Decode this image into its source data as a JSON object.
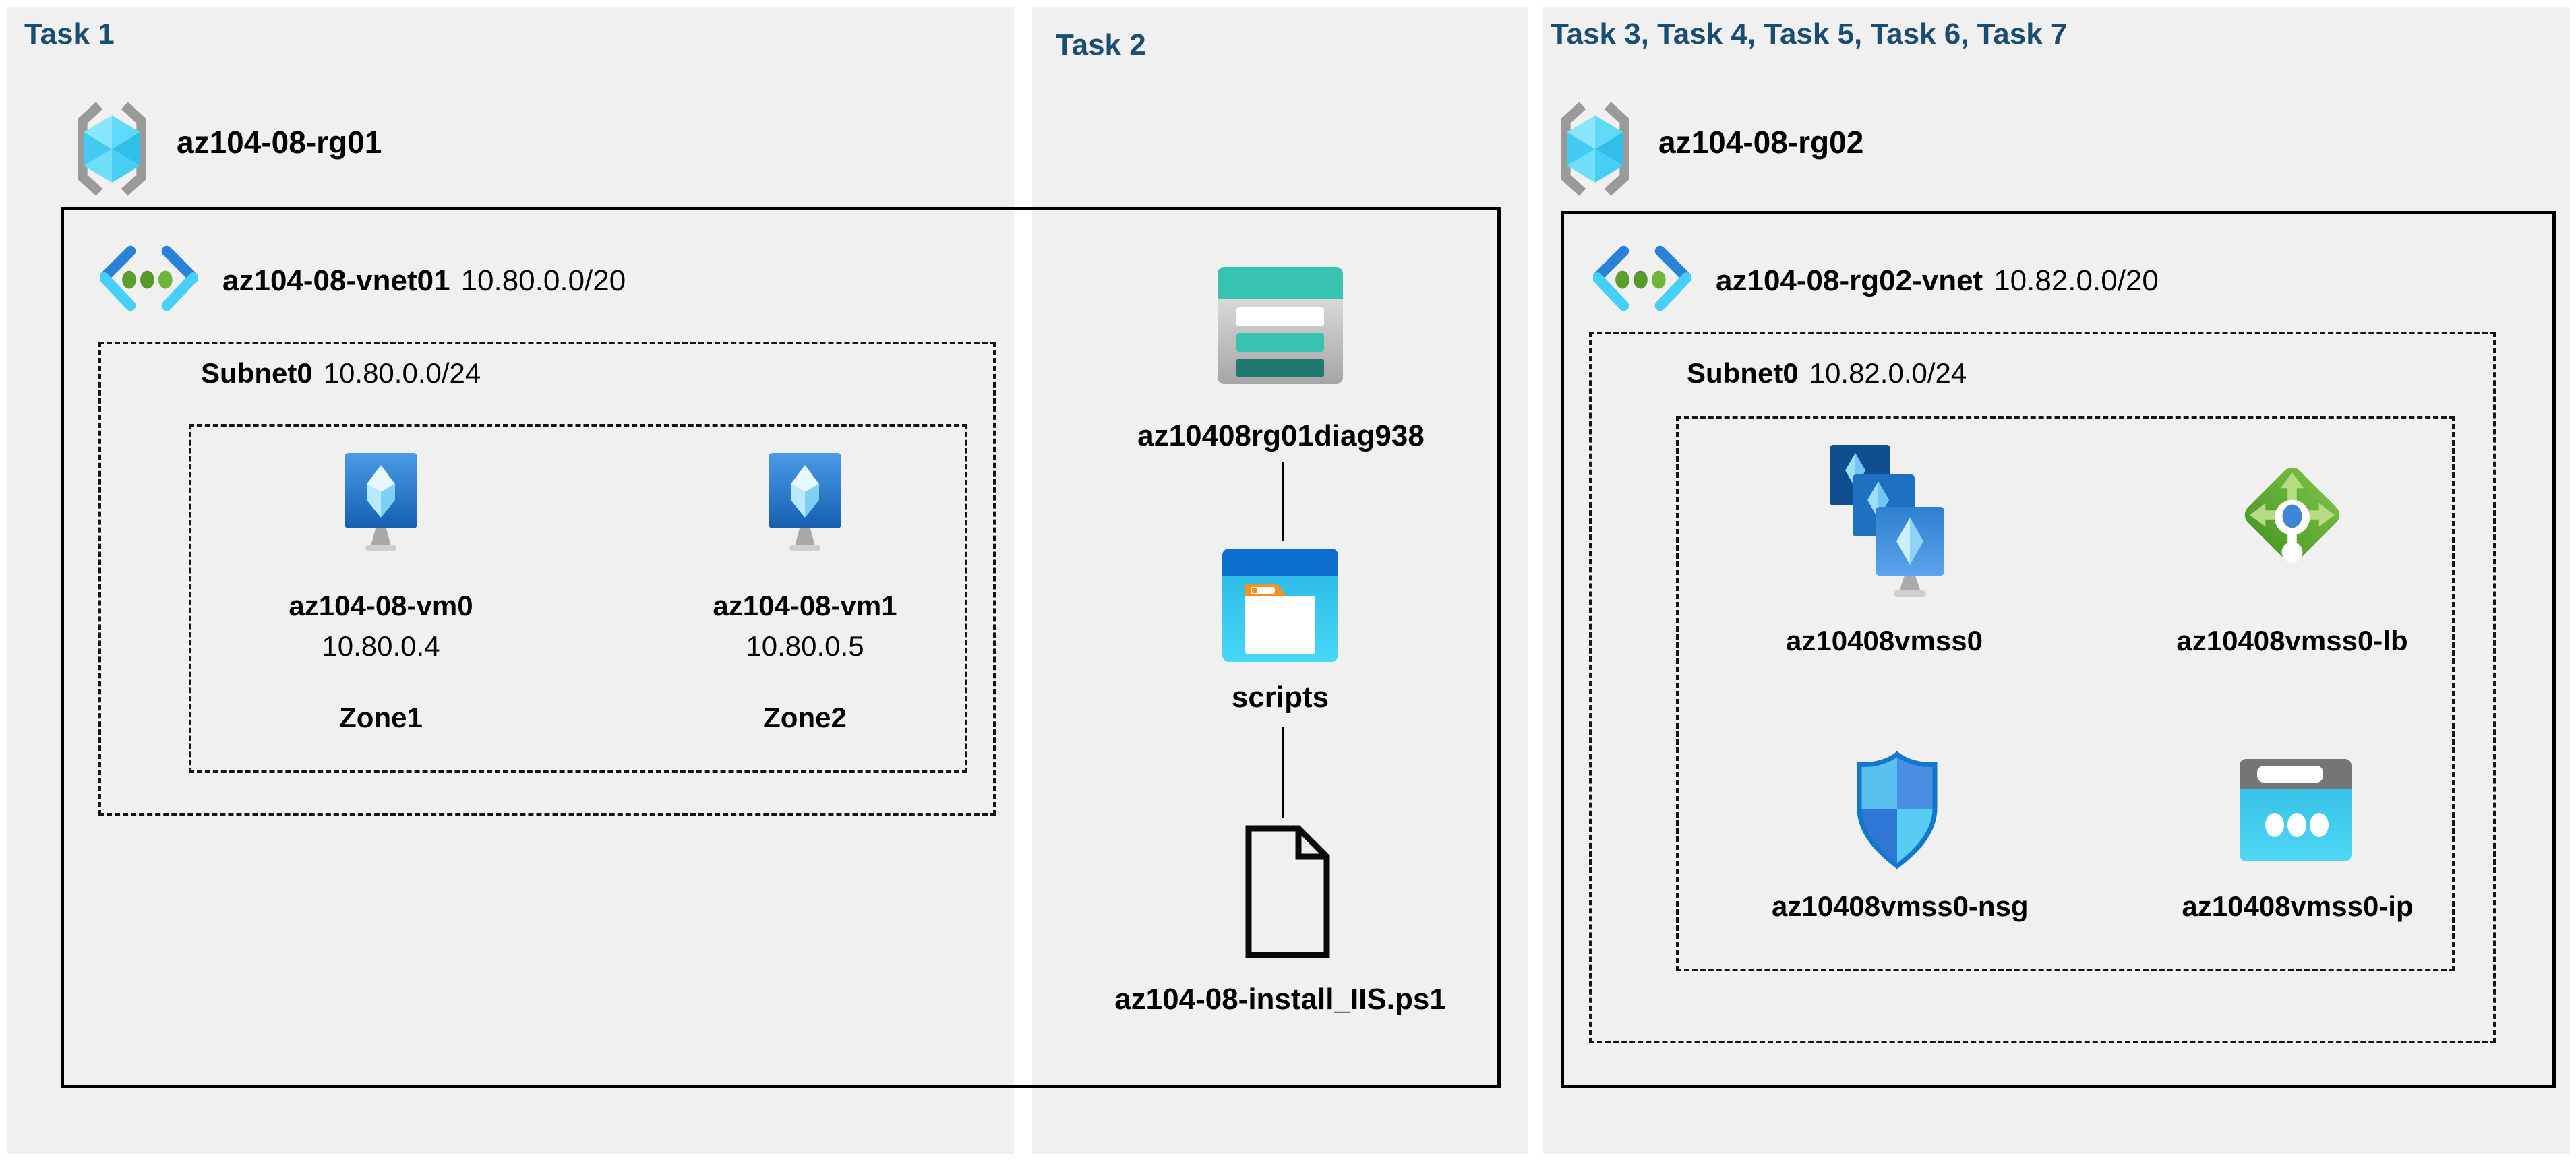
{
  "colors": {
    "header_text": "#1b4d70",
    "panel_background": "#f0f0f1",
    "box_outline": "#000000",
    "dashed_outline": "#141414",
    "vnet_chevron_blue": "#2a82d8",
    "vnet_chevron_cyan": "#45d0f7",
    "vnet_dot_green": "#6fb53a",
    "rg_cube_cyan": "#4fd4f7",
    "vm_screen_blue": "#2f7fd2",
    "storage_teal": "#38c3b1",
    "container_blue": "#0b6fd0",
    "lb_green": "#5fa62f",
    "nsg_blue": "#1377cd",
    "ip_cyan": "#35c6ea"
  },
  "task1": {
    "header": "Task 1",
    "resource_group": "az104-08-rg01",
    "vnet_name": "az104-08-vnet01",
    "vnet_cidr": "10.80.0.0/20",
    "subnet_name": "Subnet0",
    "subnet_cidr": "10.80.0.0/24",
    "vms": [
      {
        "name": "az104-08-vm0",
        "ip": "10.80.0.4",
        "zone": "Zone1"
      },
      {
        "name": "az104-08-vm1",
        "ip": "10.80.0.5",
        "zone": "Zone2"
      }
    ]
  },
  "task2": {
    "header": "Task 2",
    "storage_account": "az10408rg01diag938",
    "container": "scripts",
    "script_file": "az104-08-install_IIS.ps1"
  },
  "task3": {
    "header": "Task 3, Task 4, Task 5, Task 6, Task 7",
    "resource_group": "az104-08-rg02",
    "vnet_name": "az104-08-rg02-vnet",
    "vnet_cidr": "10.82.0.0/20",
    "subnet_name": "Subnet0",
    "subnet_cidr": "10.82.0.0/24",
    "vm_scale_set": "az10408vmss0",
    "load_balancer": "az10408vmss0-lb",
    "network_security_group": "az10408vmss0-nsg",
    "public_ip": "az10408vmss0-ip"
  }
}
